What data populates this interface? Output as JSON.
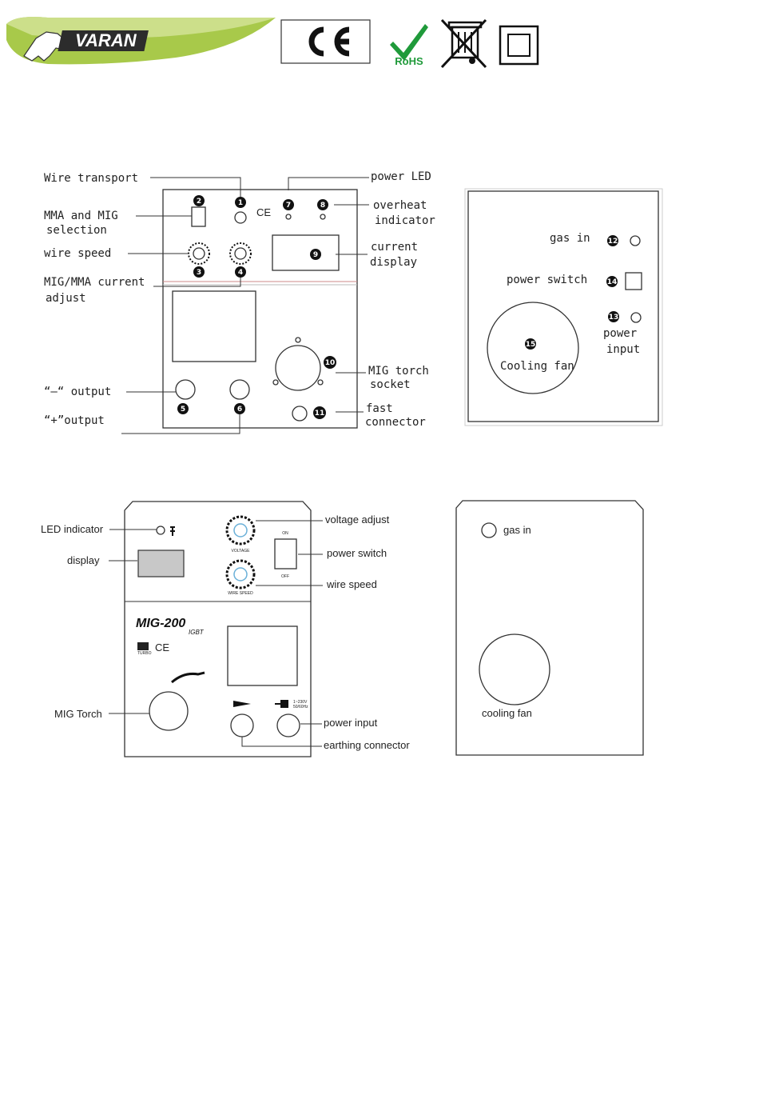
{
  "header": {
    "brand": "VARAN",
    "ce": "CE",
    "rohs": "RoHS"
  },
  "diagram1": {
    "labels": {
      "wire_transport": "Wire transport",
      "mma_mig_1": "MMA and MIG",
      "mma_mig_2": "selection",
      "wire_speed": "wire speed",
      "current_adjust_1": "MIG/MMA current",
      "current_adjust_2": "adjust",
      "minus_output": "“–“ output",
      "plus_output": "“+”output",
      "power_led": "power LED",
      "overheat_1": "overheat",
      "overheat_2": "indicator",
      "current_display_1": "current",
      "current_display_2": "display",
      "torch_socket_1": "MIG torch",
      "torch_socket_2": "socket",
      "fast_connector_1": "fast",
      "fast_connector_2": "connector",
      "panel_ce": "CE"
    },
    "numbers": [
      "1",
      "2",
      "3",
      "4",
      "5",
      "6",
      "7",
      "8",
      "9",
      "10",
      "11"
    ],
    "back": {
      "gas_in": "gas in",
      "power_switch": "power switch",
      "power_input_1": "power",
      "power_input_2": "input",
      "cooling_fan": "Cooling fan",
      "numbers": [
        "12",
        "13",
        "14",
        "15"
      ]
    }
  },
  "diagram2": {
    "labels": {
      "led_indicator": "LED indicator",
      "display": "display",
      "voltage_adjust": "voltage adjust",
      "power_switch": "power switch",
      "wire_speed": "wire speed",
      "mig_torch": "MIG Torch",
      "power_input": "power input",
      "earthing_connector": "earthing connector"
    },
    "panel": {
      "model": "MIG-200",
      "sub": "IGBT",
      "voltage_knob": "VOLTAGE",
      "wire_knob": "WIRE SPEED",
      "on": "ON",
      "off": "OFF",
      "turbo": "TURBO",
      "ce": "CE",
      "volt_note_1": "1~230V",
      "volt_note_2": "50/60Hz"
    },
    "back": {
      "gas_in": "gas in",
      "cooling_fan": "cooling fan"
    }
  }
}
